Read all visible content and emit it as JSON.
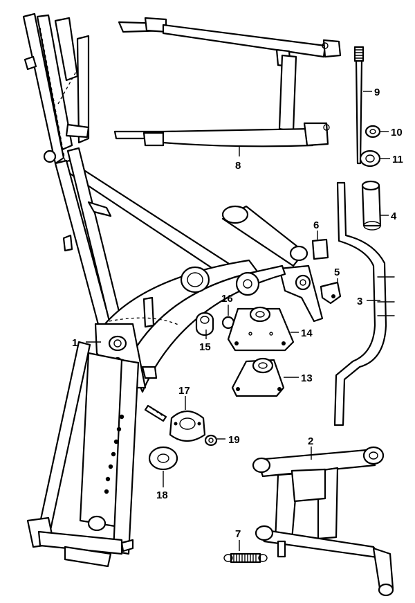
{
  "callouts": [
    {
      "id": "1",
      "label": "1"
    },
    {
      "id": "2",
      "label": "2"
    },
    {
      "id": "3",
      "label": "3"
    },
    {
      "id": "4",
      "label": "4"
    },
    {
      "id": "5",
      "label": "5"
    },
    {
      "id": "6",
      "label": "6"
    },
    {
      "id": "7",
      "label": "7"
    },
    {
      "id": "8",
      "label": "8"
    },
    {
      "id": "9",
      "label": "9"
    },
    {
      "id": "10",
      "label": "10"
    },
    {
      "id": "11",
      "label": "11"
    },
    {
      "id": "13",
      "label": "13"
    },
    {
      "id": "14",
      "label": "14"
    },
    {
      "id": "15",
      "label": "15"
    },
    {
      "id": "16",
      "label": "16"
    },
    {
      "id": "17",
      "label": "17"
    },
    {
      "id": "18",
      "label": "18"
    },
    {
      "id": "19",
      "label": "19"
    }
  ]
}
